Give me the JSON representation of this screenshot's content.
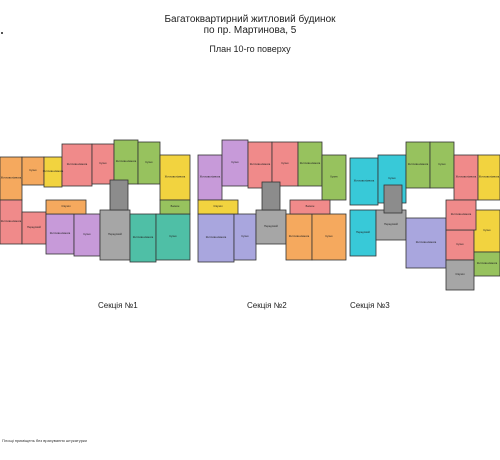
{
  "title": {
    "line1": "Багатоквартирний житловий будинок",
    "line2": "по пр. Мартинова, 5",
    "subtitle": "План 10-го поверху"
  },
  "sections": [
    {
      "label": "Секція №1"
    },
    {
      "label": "Секція №2"
    },
    {
      "label": "Секція №3"
    }
  ],
  "footnote": "Площі приміщень без врахування штукатурки",
  "room_labels": {
    "living": "Житлова кімната",
    "kitchen": "Кухня",
    "hall": "Передпокій",
    "bath": "С/вузол",
    "balcony": "Балкон"
  },
  "colors": {
    "orange": "#f5a95e",
    "pink": "#f08a8a",
    "purple": "#c79ad9",
    "green": "#97c25e",
    "yellow": "#f2d33f",
    "cyan": "#38c9d8",
    "lilac": "#a9a6de",
    "teal": "#4fbfa6",
    "grey": "#a6a6a6",
    "stair": "#8c8c8c",
    "wall": "#333333"
  }
}
